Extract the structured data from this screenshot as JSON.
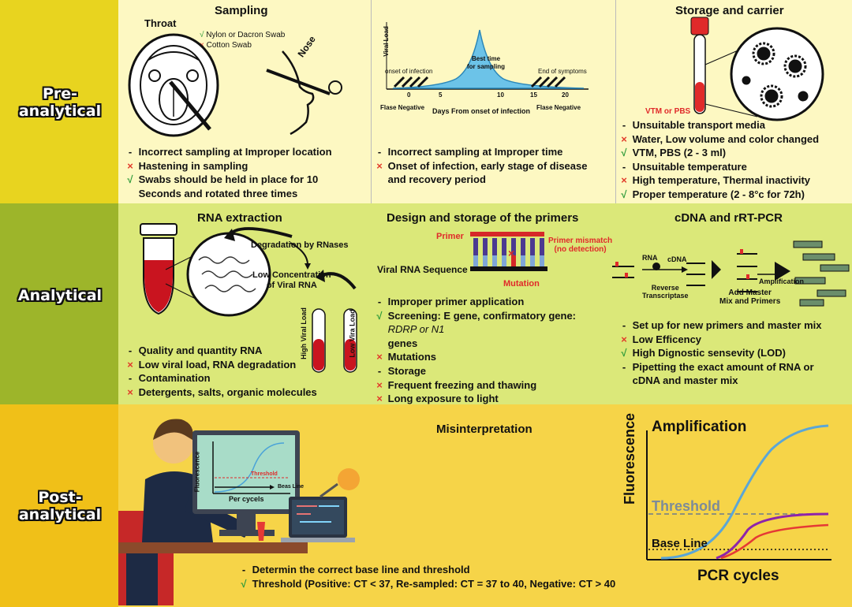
{
  "colors": {
    "pre_band": "#f2e12c",
    "analytical_band": "#b8cf2c",
    "post_band": "#f4c92a",
    "cross": "#e23b2b",
    "check": "#2e9b3a"
  },
  "stages": {
    "pre": {
      "label": "Pre-analytical"
    },
    "analytical": {
      "label": "Analytical"
    },
    "post": {
      "label": "Post-analytical"
    }
  },
  "pre": {
    "sampling": {
      "title": "Sampling",
      "throat_label": "Throat",
      "nose_label": "Nose",
      "legend": [
        {
          "marker": "√",
          "marker_type": "check",
          "text": "Nylon or Dacron Swab"
        },
        {
          "marker": "×",
          "marker_type": "cross",
          "text": "Cotton Swab"
        }
      ],
      "bullets": [
        {
          "marker": "-",
          "marker_type": "dash",
          "text": "Incorrect sampling at Improper location"
        },
        {
          "marker": "×",
          "marker_type": "cross",
          "text": "Hastening in sampling"
        },
        {
          "marker": "√",
          "marker_type": "check",
          "text": "Swabs should be held in place for 10"
        },
        {
          "marker": "",
          "marker_type": "none",
          "text": "Seconds and rotated three times"
        }
      ]
    },
    "timing": {
      "y_label": "Viral Load",
      "onset_label": "onset of infection",
      "best_time_label_1": "Best time",
      "best_time_label_2": "for sampling",
      "end_label": "End of symptoms",
      "ticks": [
        "0",
        "5",
        "10",
        "15",
        "20"
      ],
      "x_label": "Days From onset of infection",
      "false_neg_left": "Flase Negative",
      "false_neg_right": "Flase Negative",
      "bullets": [
        {
          "marker": "-",
          "marker_type": "dash",
          "text": "Incorrect sampling at Improper time"
        },
        {
          "marker": "×",
          "marker_type": "cross",
          "text": "Onset of infection, early stage of disease"
        },
        {
          "marker": "",
          "marker_type": "none",
          "text": "and recovery period"
        }
      ]
    },
    "storage": {
      "title": "Storage and carrier",
      "tube_label": "VTM or PBS",
      "bullets": [
        {
          "marker": "-",
          "marker_type": "dash",
          "text": "Unsuitable transport media"
        },
        {
          "marker": "×",
          "marker_type": "cross",
          "text": "Water, Low volume and color changed"
        },
        {
          "marker": "√",
          "marker_type": "check",
          "text": "VTM, PBS (2 - 3 ml)"
        },
        {
          "marker": "-",
          "marker_type": "dash",
          "text": "Unsuitable temperature"
        },
        {
          "marker": "×",
          "marker_type": "cross",
          "text": "High temperature, Thermal inactivity"
        },
        {
          "marker": "√",
          "marker_type": "check",
          "text": "Proper temperature (2 - 8°c for 72h)"
        }
      ]
    }
  },
  "analytical": {
    "rna": {
      "title": "RNA extraction",
      "degradation_label": "Degradation by RNases",
      "low_conc_label_1": "Low Concentration",
      "low_conc_label_2": "of Viral RNA",
      "high_load_label": "High Viral Load",
      "low_load_label": "Low Vira Load",
      "bullets": [
        {
          "marker": "-",
          "marker_type": "dash",
          "text": "Quality and quantity RNA"
        },
        {
          "marker": "×",
          "marker_type": "cross",
          "text": "Low viral load, RNA degradation"
        },
        {
          "marker": "-",
          "marker_type": "dash",
          "text": "Contamination"
        },
        {
          "marker": "×",
          "marker_type": "cross",
          "text": "Detergents, salts, organic molecules"
        }
      ]
    },
    "primers": {
      "title": "Design and storage of the primers",
      "primer_label": "Primer",
      "mismatch_label_1": "Primer mismatch",
      "mismatch_label_2": "(no detection)",
      "viral_seq_label": "Viral RNA Sequence",
      "mutation_label": "Mutation",
      "bullets": [
        {
          "marker": "-",
          "marker_type": "dash",
          "text": "Improper primer application"
        },
        {
          "marker": "√",
          "marker_type": "check",
          "text": "Screening: E gene, confirmatory gene:"
        },
        {
          "marker": "",
          "marker_type": "none",
          "text": "RDRP or N1"
        },
        {
          "marker": "",
          "marker_type": "none",
          "text": "genes"
        },
        {
          "marker": "×",
          "marker_type": "cross",
          "text": "Mutations"
        },
        {
          "marker": "-",
          "marker_type": "dash",
          "text": "Storage"
        },
        {
          "marker": "×",
          "marker_type": "cross",
          "text": "Frequent freezing and thawing"
        },
        {
          "marker": "×",
          "marker_type": "cross",
          "text": "Long exposure to light"
        }
      ]
    },
    "pcr": {
      "title": "cDNA and rRT-PCR",
      "rna_label": "RNA",
      "cdna_label": "cDNA",
      "rt_label_1": "Reverse",
      "rt_label_2": "Transcriptase",
      "add_label_1": "Add Master",
      "add_label_2": "Mix and Primers",
      "amp_label": "Amplification",
      "bullets": [
        {
          "marker": "-",
          "marker_type": "dash",
          "text": "Set up for new primers and master mix"
        },
        {
          "marker": "×",
          "marker_type": "cross",
          "text": "Low Efficency"
        },
        {
          "marker": "√",
          "marker_type": "check",
          "text": "High Dignostic sensevity (LOD)"
        },
        {
          "marker": "-",
          "marker_type": "dash",
          "text": "Pipetting the exact amount of RNA or"
        },
        {
          "marker": "",
          "marker_type": "none",
          "text": "cDNA and master mix"
        }
      ]
    }
  },
  "post": {
    "title": "Misinterpretation",
    "monitor": {
      "y_label": "Fluorescence",
      "x_label": "Per cycels",
      "threshold": "Threshold",
      "baseline": "Beas Line"
    },
    "bullets": [
      {
        "marker": "-",
        "marker_type": "dash",
        "text": "Determin the correct base line and threshold"
      },
      {
        "marker": "√",
        "marker_type": "check",
        "text": "Threshold (Positive: CT < 37, Re-sampled: CT = 37 to 40, Negative: CT > 40"
      }
    ],
    "amplification": {
      "title": "Amplification",
      "y_label": "Fluorescence",
      "x_label": "PCR cycles",
      "threshold": "Threshold",
      "baseline": "Base Line"
    }
  }
}
